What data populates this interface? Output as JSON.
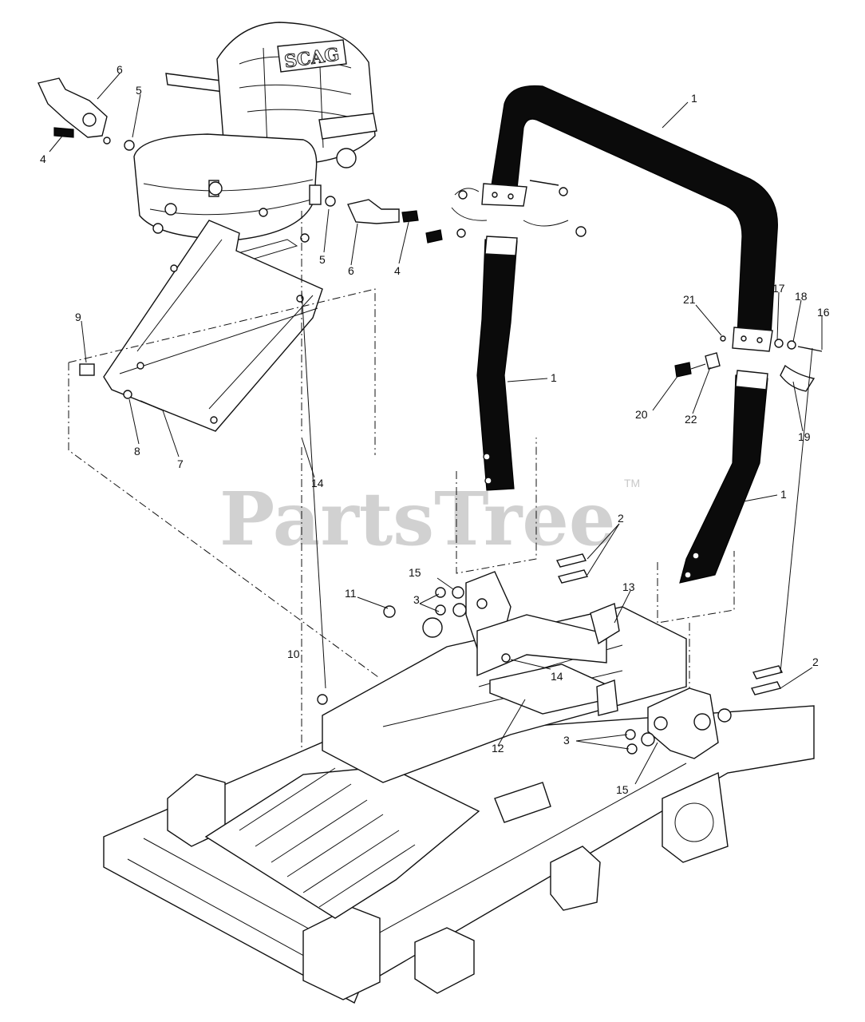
{
  "diagram": {
    "seat_logo": "SCAG",
    "watermark": {
      "text": "PartsTree",
      "trademark": "TM"
    },
    "callouts": [
      {
        "id": "c1a",
        "label": "1"
      },
      {
        "id": "c1b",
        "label": "1"
      },
      {
        "id": "c1c",
        "label": "1"
      },
      {
        "id": "c2a",
        "label": "2"
      },
      {
        "id": "c2b",
        "label": "2"
      },
      {
        "id": "c3a",
        "label": "3"
      },
      {
        "id": "c3b",
        "label": "3"
      },
      {
        "id": "c4a",
        "label": "4"
      },
      {
        "id": "c4b",
        "label": "4"
      },
      {
        "id": "c5a",
        "label": "5"
      },
      {
        "id": "c5b",
        "label": "5"
      },
      {
        "id": "c6a",
        "label": "6"
      },
      {
        "id": "c6b",
        "label": "6"
      },
      {
        "id": "c7",
        "label": "7"
      },
      {
        "id": "c8",
        "label": "8"
      },
      {
        "id": "c9",
        "label": "9"
      },
      {
        "id": "c10",
        "label": "10"
      },
      {
        "id": "c11",
        "label": "11"
      },
      {
        "id": "c12",
        "label": "12"
      },
      {
        "id": "c13",
        "label": "13"
      },
      {
        "id": "c14a",
        "label": "14"
      },
      {
        "id": "c14b",
        "label": "14"
      },
      {
        "id": "c15a",
        "label": "15"
      },
      {
        "id": "c15b",
        "label": "15"
      },
      {
        "id": "c16",
        "label": "16"
      },
      {
        "id": "c17",
        "label": "17"
      },
      {
        "id": "c18",
        "label": "18"
      },
      {
        "id": "c19",
        "label": "19"
      },
      {
        "id": "c20",
        "label": "20"
      },
      {
        "id": "c21",
        "label": "21"
      },
      {
        "id": "c22",
        "label": "22"
      }
    ]
  }
}
